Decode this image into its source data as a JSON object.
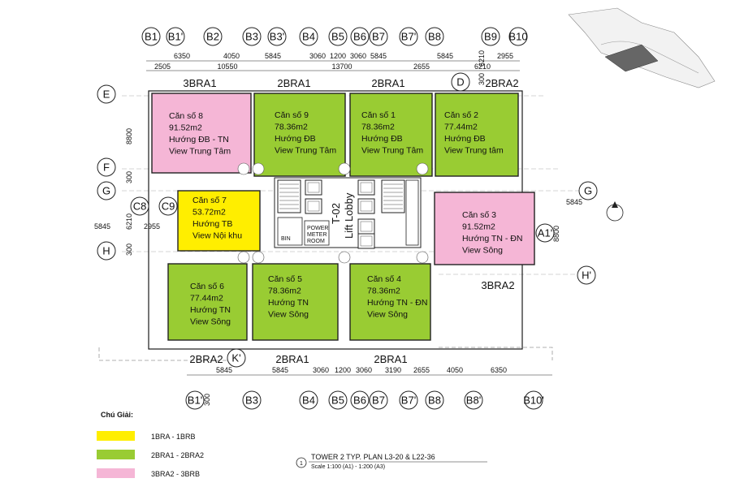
{
  "colors": {
    "green": "#99cc33",
    "pink": "#f5b6d6",
    "yellow": "#ffee00",
    "wall": "#1a1a1a"
  },
  "grid_top": [
    "B1",
    "B1'",
    "B2",
    "B3",
    "B3'",
    "B4",
    "B5",
    "B6",
    "B7",
    "B7'",
    "B8",
    "B9",
    "B10"
  ],
  "grid_bottom": [
    "B1'",
    "B3",
    "B4",
    "B5",
    "B6",
    "B7",
    "B7'",
    "B8",
    "B8'",
    "B10'"
  ],
  "grid_left": [
    "E",
    "F",
    "G",
    "H"
  ],
  "grid_right": [
    "D",
    "G",
    "A1'",
    "H'"
  ],
  "grid_misc": [
    "C8",
    "C9",
    "K'"
  ],
  "dims_top_1": [
    "6350",
    "4050",
    "5845",
    "3060",
    "1200",
    "3060",
    "5845",
    "5845",
    "2955"
  ],
  "dims_top_2": [
    "2505",
    "10550",
    "13700",
    "2655",
    "6210"
  ],
  "dims_bottom": [
    "5845",
    "5845",
    "3060",
    "1200",
    "3060",
    "3190",
    "2655",
    "4050",
    "6350"
  ],
  "dims_side": [
    "8800",
    "300",
    "6210",
    "300",
    "5845",
    "2955",
    "8800",
    "5845",
    "300",
    "6210",
    "300"
  ],
  "type_labels": {
    "top_left": "3BRA1",
    "top_mid1": "2BRA1",
    "top_mid2": "2BRA1",
    "top_right": "2BRA2",
    "right": "3BRA2",
    "bot_left": "2BRA2",
    "bot_mid1": "2BRA1",
    "bot_mid2": "2BRA1"
  },
  "units": {
    "u8": [
      "Căn số 8",
      "91.52m2",
      "Hướng ĐB - TN",
      "View Trung Tâm"
    ],
    "u9": [
      "Căn số 9",
      "78.36m2",
      "Hướng ĐB",
      "View Trung Tâm"
    ],
    "u1": [
      "Căn số 1",
      "78.36m2",
      "Hướng ĐB",
      "View Trung Tâm"
    ],
    "u2": [
      "Căn số 2",
      "77.44m2",
      "Hướng ĐB",
      "View Trung tâm"
    ],
    "u7": [
      "Căn số 7",
      "53.72m2",
      "Hướng TB",
      "View Nội khu"
    ],
    "u3": [
      "Căn số 3",
      "91.52m2",
      "Hướng TN - ĐN",
      "View Sông"
    ],
    "u6": [
      "Căn số 6",
      "77.44m2",
      "Hướng TN",
      "View Sông"
    ],
    "u5": [
      "Căn số 5",
      "78.36m2",
      "Hướng TN",
      "View  Sông"
    ],
    "u4": [
      "Căn số 4",
      "78.36m2",
      "Hướng TN - ĐN",
      "View Sông"
    ]
  },
  "core": {
    "lift_lobby": "Lift Lobby",
    "t02": "T-02",
    "power": "POWER METER ROOM",
    "bin": "BIN"
  },
  "legend": {
    "title": "Chú Giải:",
    "items": [
      "1BRA - 1BRB",
      "2BRA1 - 2BRA2",
      "3BRA2 - 3BRB"
    ]
  },
  "caption": {
    "number": "1",
    "title": "TOWER 2 TYP. PLAN L3-20 & L22-36",
    "scale": "Scale 1:100 (A1) - 1:200 (A3)"
  }
}
